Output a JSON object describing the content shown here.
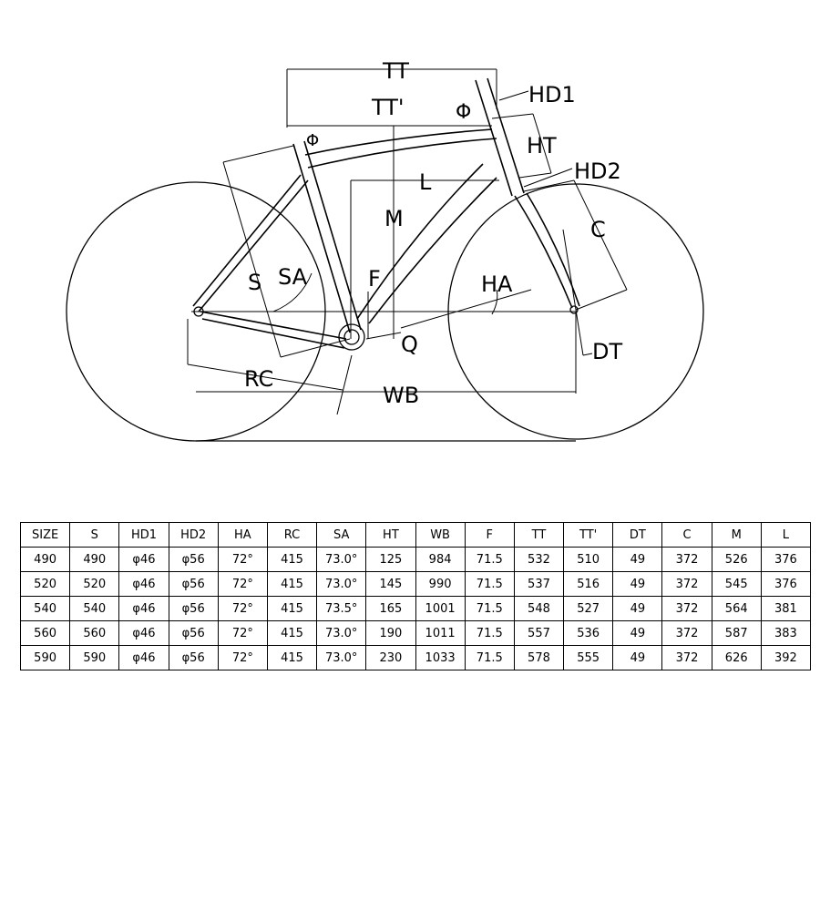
{
  "diagram": {
    "labels": {
      "tt": "TT",
      "tt_prime": "TT'",
      "hd1": "HD1",
      "ht": "HT",
      "hd2": "HD2",
      "l": "L",
      "m": "M",
      "c": "C",
      "s": "S",
      "sa": "SA",
      "f": "F",
      "ha": "HA",
      "q": "Q",
      "dt": "DT",
      "rc": "RC",
      "wb": "WB",
      "phi1": "Φ",
      "phi2": "Φ"
    }
  },
  "table": {
    "headers": [
      "SIZE",
      "S",
      "HD1",
      "HD2",
      "HA",
      "RC",
      "SA",
      "HT",
      "WB",
      "F",
      "TT",
      "TT'",
      "DT",
      "C",
      "M",
      "L"
    ],
    "rows": [
      [
        "490",
        "490",
        "φ46",
        "φ56",
        "72°",
        "415",
        "73.0°",
        "125",
        "984",
        "71.5",
        "532",
        "510",
        "49",
        "372",
        "526",
        "376"
      ],
      [
        "520",
        "520",
        "φ46",
        "φ56",
        "72°",
        "415",
        "73.0°",
        "145",
        "990",
        "71.5",
        "537",
        "516",
        "49",
        "372",
        "545",
        "376"
      ],
      [
        "540",
        "540",
        "φ46",
        "φ56",
        "72°",
        "415",
        "73.5°",
        "165",
        "1001",
        "71.5",
        "548",
        "527",
        "49",
        "372",
        "564",
        "381"
      ],
      [
        "560",
        "560",
        "φ46",
        "φ56",
        "72°",
        "415",
        "73.0°",
        "190",
        "1011",
        "71.5",
        "557",
        "536",
        "49",
        "372",
        "587",
        "383"
      ],
      [
        "590",
        "590",
        "φ46",
        "φ56",
        "72°",
        "415",
        "73.0°",
        "230",
        "1033",
        "71.5",
        "578",
        "555",
        "49",
        "372",
        "626",
        "392"
      ]
    ]
  }
}
